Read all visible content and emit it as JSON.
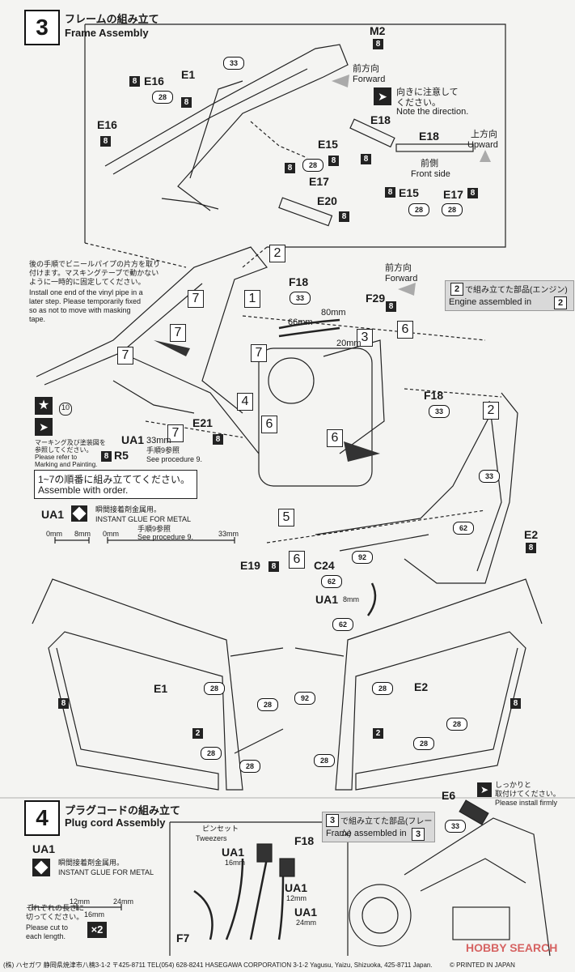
{
  "step3": {
    "number": "3",
    "title_jp": "フレームの組み立て",
    "title_en": "Frame Assembly",
    "parts": {
      "m2": "M2",
      "e1": "E1",
      "e16a": "E16",
      "e16b": "E16",
      "e18a": "E18",
      "e18b": "E18",
      "e15a": "E15",
      "e15b": "E15",
      "e17a": "E17",
      "e17b": "E17",
      "e20": "E20",
      "f18a": "F18",
      "f29": "F29",
      "e21": "E21",
      "r5": "R5",
      "f18b": "F18",
      "e19": "E19",
      "c24": "C24",
      "e2a": "E2",
      "e1b": "E1",
      "e2b": "E2"
    },
    "forward_jp": "前方向",
    "forward_en": "Forward",
    "note_dir_jp": "向きに注意して\nください。",
    "note_dir_en": "Note the direction.",
    "upward_jp": "上方向",
    "upward_en": "Upward",
    "front_side_jp": "前側",
    "front_side_en": "Front side",
    "vinyl_jp": "後の手順でビニールパイプの片方を取り\n付けます。マスキングテープで動かない\nように一時的に固定してください。",
    "vinyl_en": "Install one end of the vinyl pipe in a\nlater step. Please temporarily fixed\nso as not to move with masking\ntape.",
    "engine_jp": "で組み立てた部品(エンジン)",
    "engine_en": "Engine assembled in",
    "engine_step": "2",
    "marking_jp": "マーキング及び塗装図を\n参照してください。",
    "marking_en": "Please refer to\nMarking and Painting.",
    "order_jp": "1~7の順番に組み立ててください。",
    "order_en": "Assemble with order.",
    "ua1_label": "UA1",
    "ua1_size": "33mm",
    "proc9_jp": "手順9参照",
    "proc9_en": "See procedure 9.",
    "glue_jp": "瞬間接着剤金属用。",
    "glue_en": "INSTANT GLUE   FOR METAL",
    "scale_0a": "0mm",
    "scale_8": "8mm",
    "scale_0b": "0mm",
    "scale_33": "33mm",
    "ua1_8mm": "8mm",
    "len_66": "66mm",
    "len_80": "80mm",
    "len_20": "20mm",
    "num_10": "10",
    "codes": {
      "c8": "8",
      "c28": "28",
      "c33": "33",
      "c62": "62",
      "c92": "92",
      "c2": "2"
    }
  },
  "step4": {
    "number": "4",
    "title_jp": "プラグコードの組み立て",
    "title_en": "Plug cord Assembly",
    "ua1": "UA1",
    "glue_jp": "瞬間接着剤金属用。",
    "glue_en": "INSTANT GLUE   FOR METAL",
    "scale_12": "12mm",
    "scale_24": "24mm",
    "scale_16": "16mm",
    "cut_jp": "それぞれの長さに\n切ってください。",
    "cut_en": "Please cut to\neach length.",
    "times": "×2",
    "frame_jp": "で組み立てた部品(フレーム)",
    "frame_en": "Frame assembled in",
    "frame_step": "3",
    "tweezers_jp": "ピンセット",
    "tweezers_en": "Tweezers",
    "firm_jp": "しっかりと\n取付けてください。",
    "firm_en": "Please install firmly",
    "ua1_16": "16mm",
    "ua1_12": "12mm",
    "ua1_24": "24mm",
    "f18": "F18",
    "f7": "F7",
    "e6": "E6",
    "c33": "33"
  },
  "footer": {
    "text": "(株) ハセガワ 静岡県焼津市八楠3-1-2 〒425-8711 TEL(054) 628-8241  HASEGAWA CORPORATION  3-1-2 Yagusu, Yaizu, Shizuoka, 425-8711 Japan.",
    "print": "© PRINTED IN JAPAN",
    "watermark": "HOBBY SEARCH"
  }
}
